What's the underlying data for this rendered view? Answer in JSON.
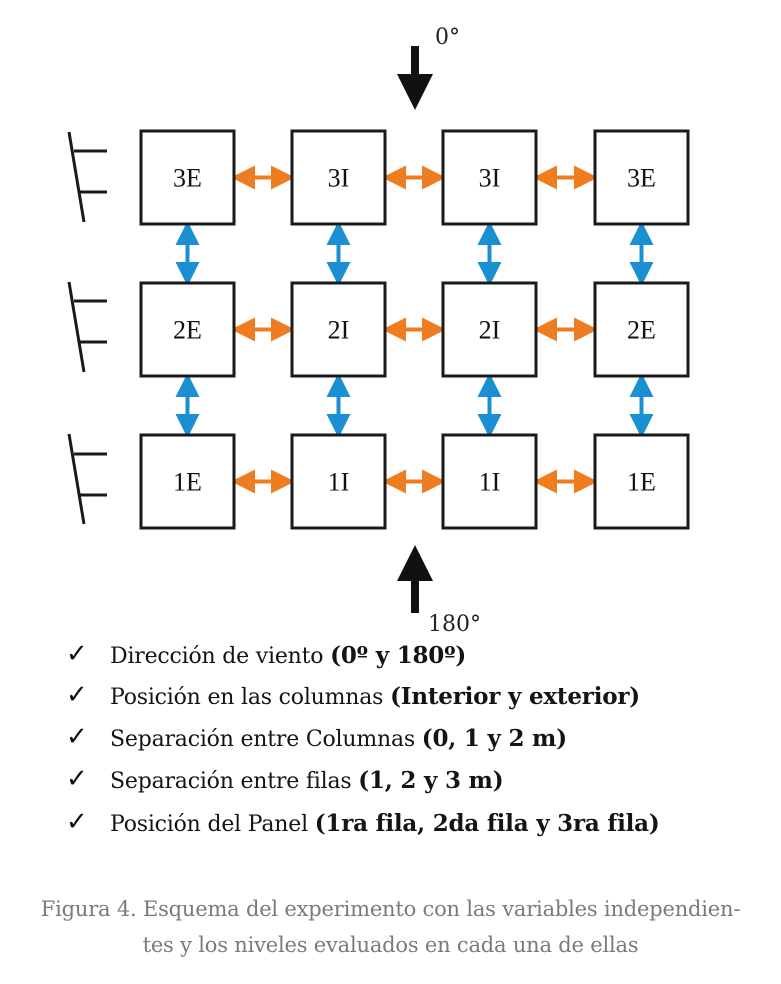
{
  "diagram": {
    "wind_top_label": "0°",
    "wind_bottom_label": "180°",
    "colors": {
      "horizontal_arrow": "#ee7d22",
      "vertical_arrow": "#1a8fd1",
      "border": "#1a1a1a"
    },
    "rows": [
      {
        "cells": [
          "3E",
          "3I",
          "3I",
          "3E"
        ]
      },
      {
        "cells": [
          "2E",
          "2I",
          "2I",
          "2E"
        ]
      },
      {
        "cells": [
          "1E",
          "1I",
          "1I",
          "1E"
        ]
      }
    ]
  },
  "checklist": [
    {
      "text": "Dirección de viento ",
      "bold": "(0º y 180º)"
    },
    {
      "text": "Posición en las columnas ",
      "bold": "(Interior y exterior)"
    },
    {
      "text": "Separación entre Columnas ",
      "bold": "(0, 1 y 2 m)"
    },
    {
      "text": "Separación entre filas ",
      "bold": "(1, 2 y 3 m)"
    },
    {
      "text": "Posición del Panel ",
      "bold": "(1ra fila, 2da fila y 3ra fila)"
    }
  ],
  "caption": {
    "line1": "Figura 4. Esquema del experimento con las variables independien-",
    "line2": "tes y los niveles evaluados en cada una de ellas"
  }
}
